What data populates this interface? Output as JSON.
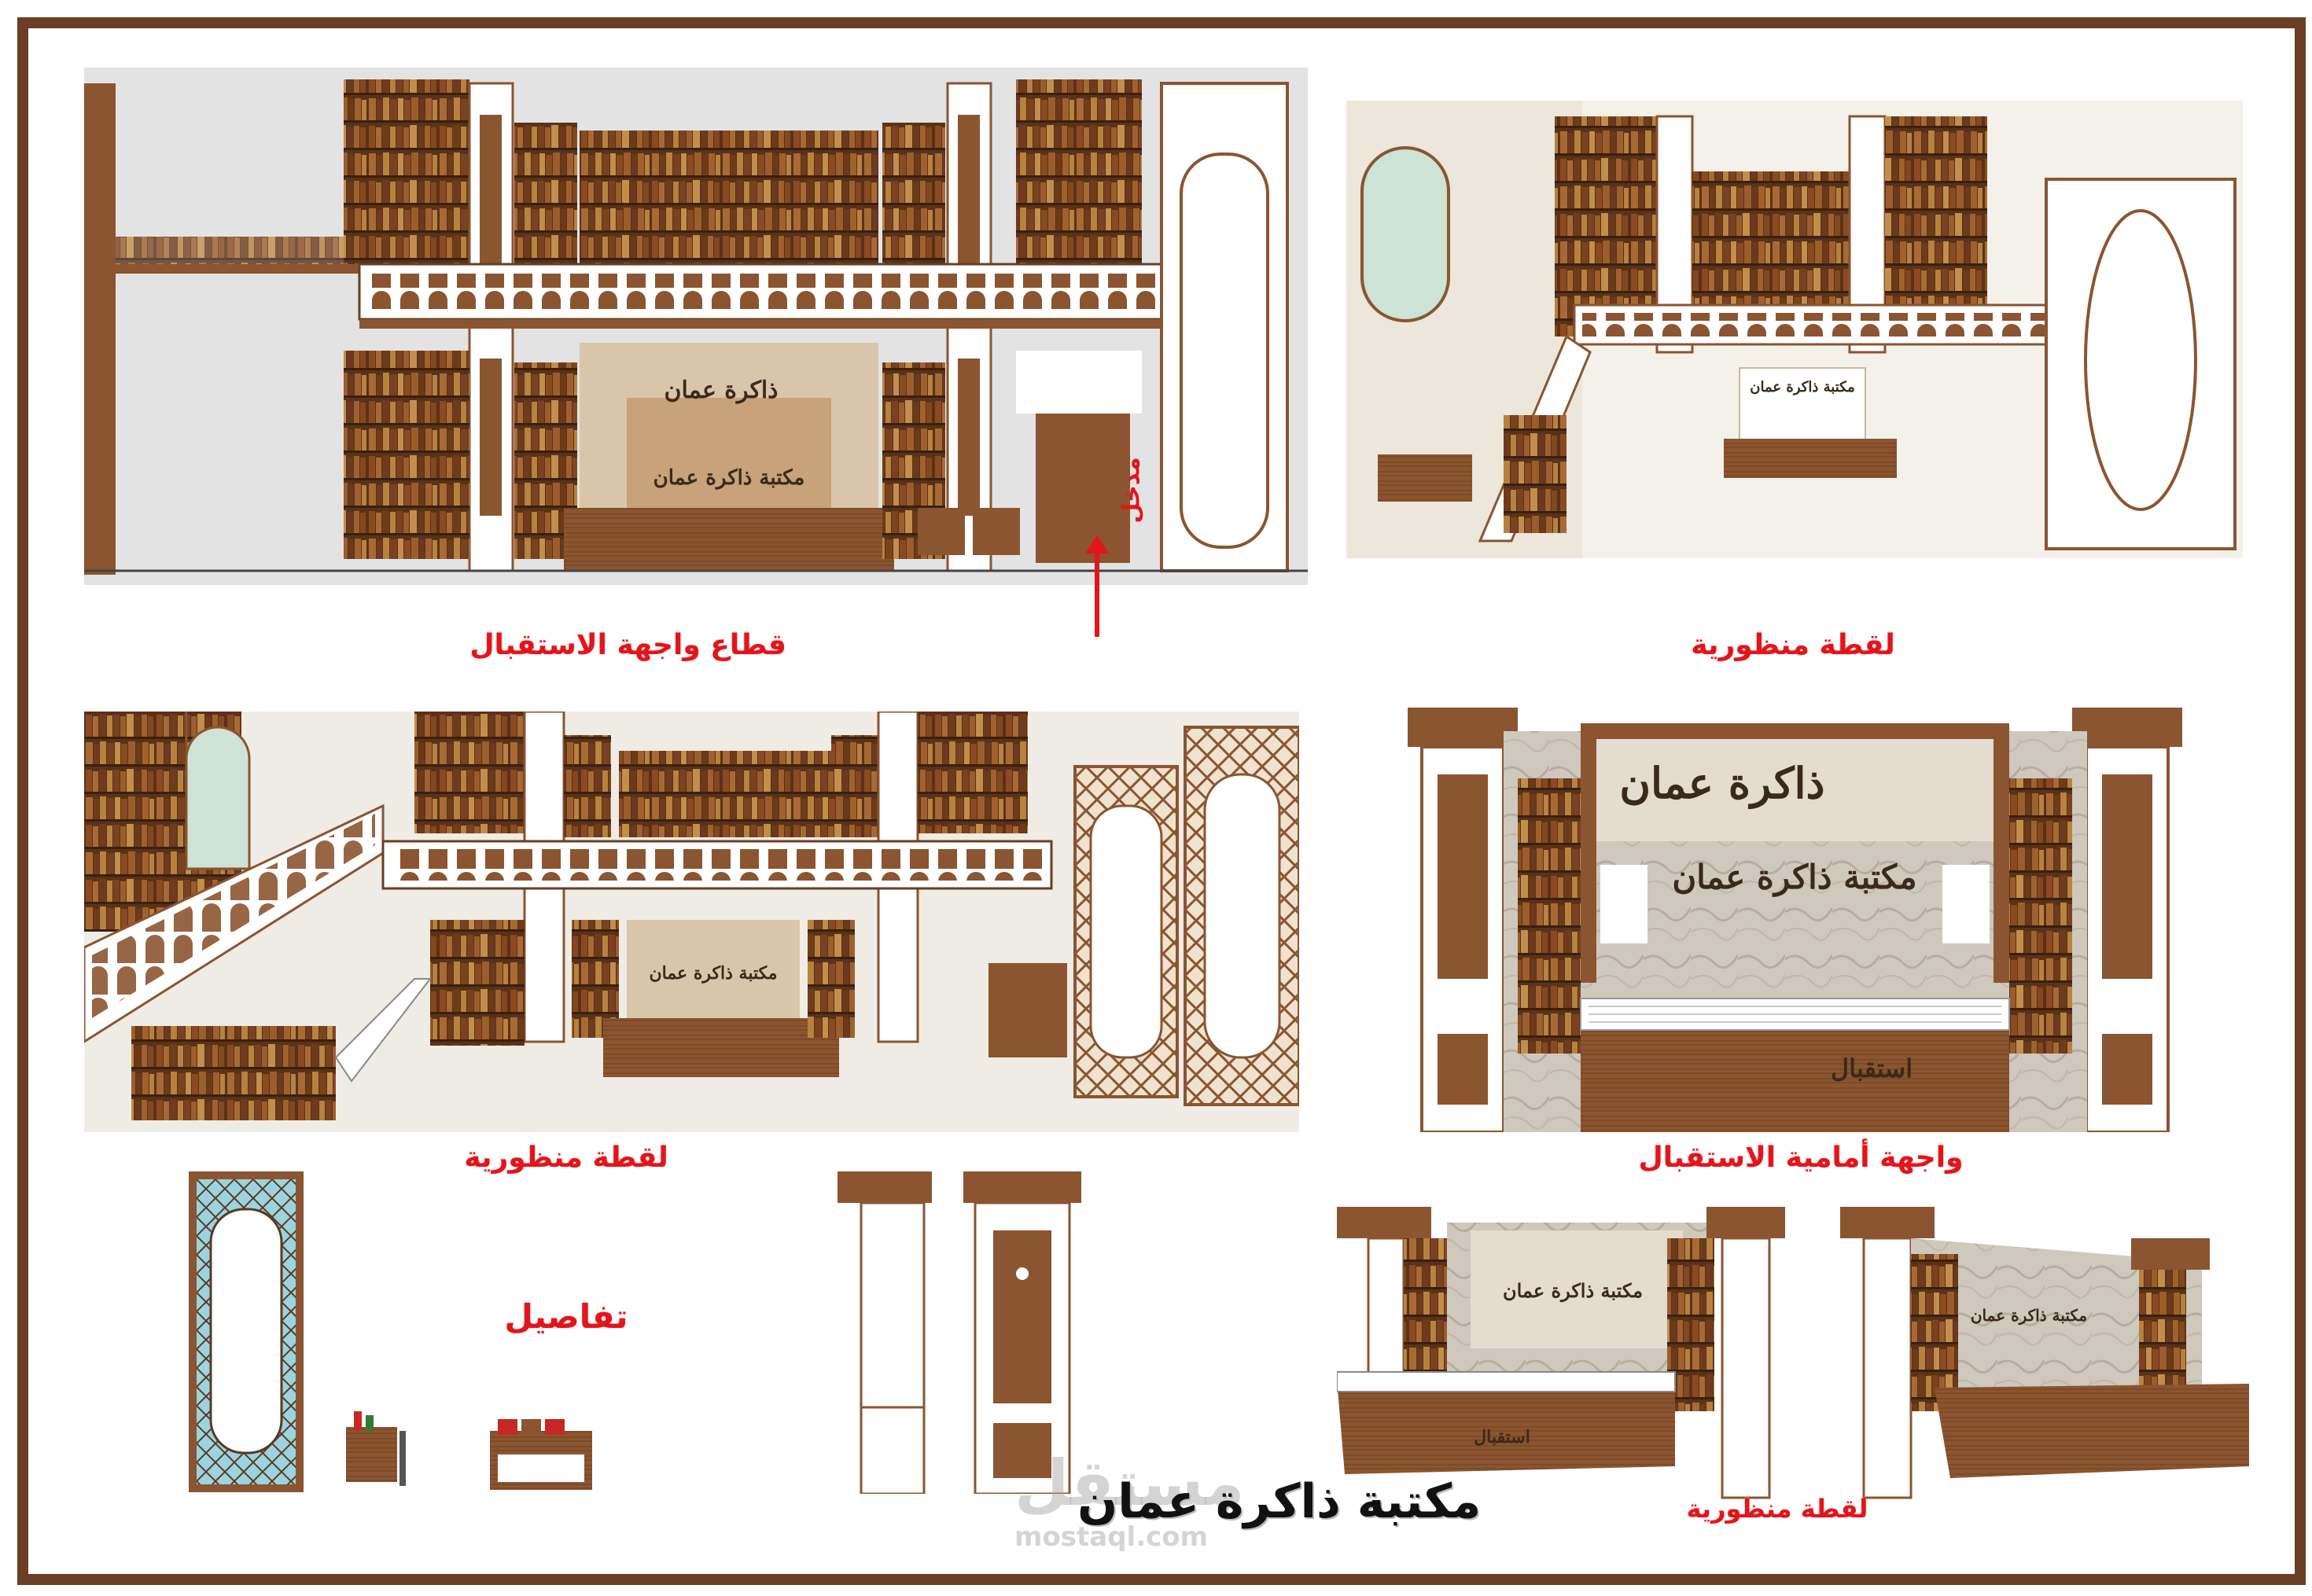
{
  "project_title": "مكتبة ذاكرة عمان",
  "captions": {
    "section": "قطاع واجهة الاستقبال",
    "perspective_1": "لقطة منظورية",
    "perspective_2": "لقطة منظورية",
    "front_elevation": "واجهة أمامية الاستقبال",
    "perspective_3": "لقطة منظورية",
    "details": "تفاصيل"
  },
  "labels": {
    "entrance": "مدخل",
    "library_sign": "مكتبة ذاكرة عمان",
    "logo_text": "ذاكرة عمان",
    "reception_sign": "استقبال"
  },
  "watermark": {
    "brand": "مستقل",
    "url": "mostaql.com"
  },
  "colors": {
    "frame": "#6a3e22",
    "caption_red": "#e1161c",
    "wood": "#8a5530",
    "white_panel": "#ffffff"
  }
}
